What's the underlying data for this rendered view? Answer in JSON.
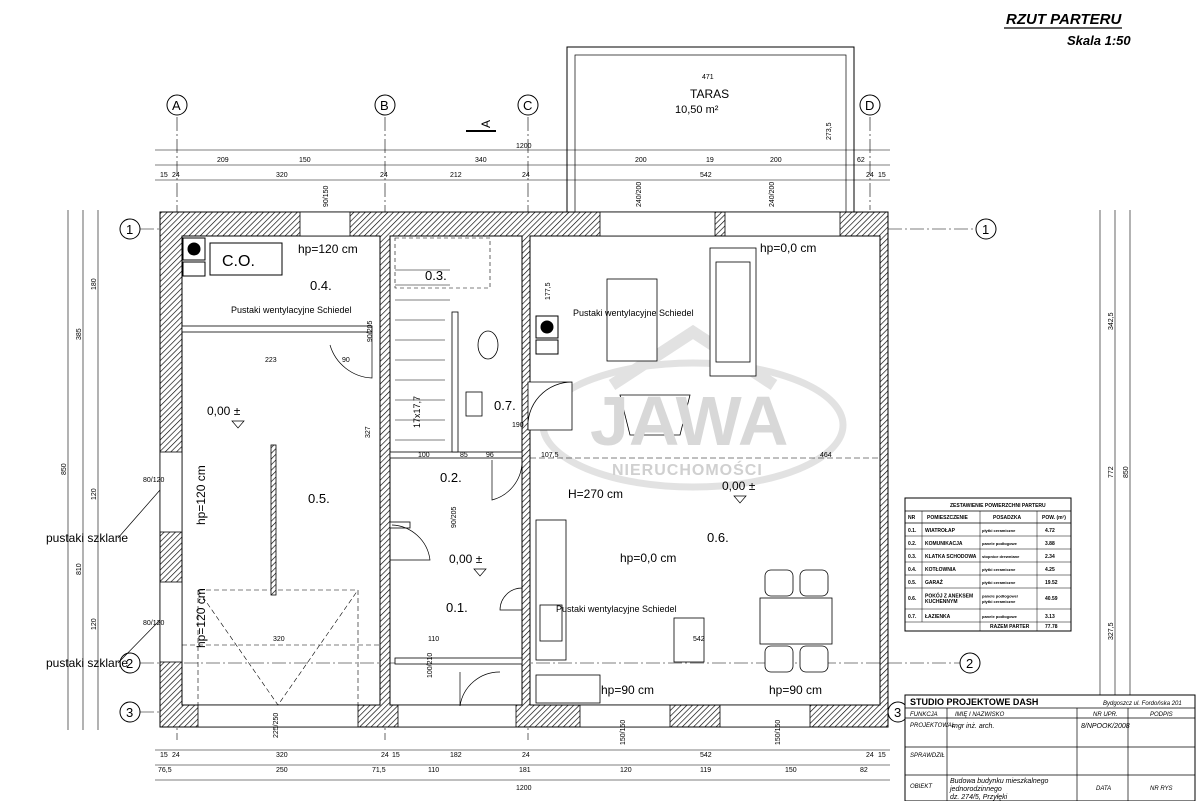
{
  "header": {
    "title": "RZUT PARTERU",
    "scale": "Skala  1:50"
  },
  "terrace": {
    "name": "TARAS",
    "area": "10,50 m²",
    "dim_w": "471",
    "dim_h": "273,5"
  },
  "axes": {
    "cols": [
      "A",
      "B",
      "C",
      "D"
    ],
    "rows": [
      "1",
      "2",
      "3",
      "1",
      "2",
      "3"
    ]
  },
  "section_mark": "A",
  "rooms": {
    "co": "C.O.",
    "r04": "0.4.",
    "r03": "0.3.",
    "r07": "0.7.",
    "r02": "0.2.",
    "r05": "0.5.",
    "r01": "0.1.",
    "r06": "0.6."
  },
  "notes": {
    "hp120_top": "hp=120 cm",
    "hp0_top": "hp=0,0 cm",
    "vent1": "Pustaki wentylacyjne Schiedel",
    "vent2": "Pustaki wentylacyjne Schiedel",
    "vent3": "Pustaki wentylacyjne Schiedel",
    "lvl_garage": "0,00 ±",
    "lvl_living": "0,00 ±",
    "lvl_hall": "0,00 ±",
    "hp120_v1": "hp=120 cm",
    "hp120_v2": "hp=120 cm",
    "h270": "H=270 cm",
    "hp0_mid": "hp=0,0 cm",
    "hp90_a": "hp=90 cm",
    "hp90_b": "hp=90 cm",
    "glass1": "pustaki szklane",
    "glass2": "pustaki szklane",
    "stairs": "17x17,7"
  },
  "dims": {
    "top_total": "1200",
    "top_row1": [
      "209",
      "150",
      "340",
      "200",
      "19",
      "200",
      "62"
    ],
    "top_row2": [
      "15",
      "24",
      "320",
      "24",
      "212",
      "24",
      "542",
      "24",
      "15"
    ],
    "bot_row1": [
      "15",
      "24",
      "320",
      "24",
      "15",
      "182",
      "24",
      "542",
      "24",
      "15"
    ],
    "bot_row2": [
      "76,5",
      "250",
      "71,5",
      "110",
      "181",
      "120",
      "119",
      "150",
      "82"
    ],
    "bot_total": "1200",
    "left_outer": "850",
    "left_inner": [
      "385",
      "810",
      "180",
      "120",
      "120"
    ],
    "right": [
      "342,5",
      "772",
      "850",
      "327,5"
    ],
    "windows": [
      "90/150",
      "240/200",
      "240/200",
      "80/120",
      "80/120",
      "150/150",
      "150/150",
      "225/250",
      "100/210",
      "90/205",
      "90/205"
    ],
    "interior": [
      "223",
      "90",
      "327",
      "100",
      "85",
      "96",
      "107,5",
      "464",
      "320",
      "110",
      "542",
      "190",
      "177,5"
    ]
  },
  "watermark": {
    "logo": "JAWA",
    "sub": "NIERUCHOMOŚCI"
  },
  "room_table": {
    "title": "ZESTAWIENIE POWIERZCHNI PARTERU",
    "headers": [
      "NR",
      "POMIESZCZENIE",
      "POSADZKA",
      "POW. (m²)"
    ],
    "rows": [
      [
        "0.1.",
        "WIATROŁAP",
        "płytki ceramiczne",
        "4.72"
      ],
      [
        "0.2.",
        "KOMUNIKACJA",
        "panele podłogowe",
        "3.88"
      ],
      [
        "0.3.",
        "KLATKA SCHODOWA",
        "stopnice drewniane",
        "2.34"
      ],
      [
        "0.4.",
        "KOTŁOWNIA",
        "płytki ceramiczne",
        "4.25"
      ],
      [
        "0.5.",
        "GARAŻ",
        "płytki ceramiczne",
        "19.52"
      ],
      [
        "0.6.",
        "POKÓJ Z ANEKSEM KUCHENNYM",
        "panele podłogowe/płytki ceramiczne",
        "40.59"
      ],
      [
        "0.7.",
        "ŁAZIENKA",
        "panele podłogowe",
        "3.13"
      ]
    ],
    "total_label": "RAZEM PARTER",
    "total_value": "77.78"
  },
  "title_block": {
    "studio": "STUDIO PROJEKTOWE DASH",
    "address": "Bydgoszcz ul. Fordońska 201",
    "col_function": "FUNKCJA",
    "col_name": "IMIĘ I NAZWISKO",
    "col_license": "NR UPR.",
    "col_sign": "PODPIS",
    "designer_role": "PROJEKTOWAŁ",
    "designer_name": "mgr inż. arch.",
    "license": "8/NPOOK/2008",
    "checker_role": "SPRAWDZIŁ",
    "object_role": "OBIEKT",
    "object_desc": [
      "Budowa budynku mieszkalnego",
      "jednorodzinnego",
      "dz. 274/5, Przyłęki"
    ],
    "date_label": "DATA",
    "drawing_label": "NR RYS"
  }
}
